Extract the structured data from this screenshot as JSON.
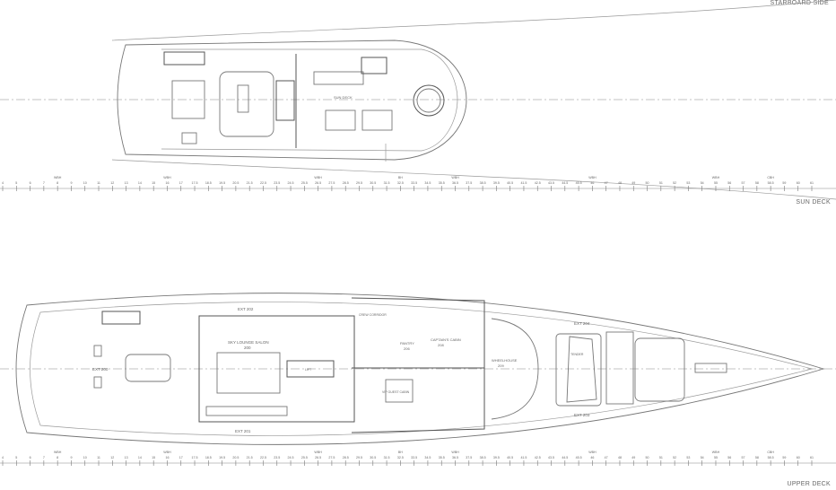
{
  "labels": {
    "starboard_side": "STARBOARD SIDE",
    "sun_deck": "SUN DECK",
    "upper_deck": "UPPER DECK"
  },
  "sun_deck_rooms": {
    "sun_deck_area": "SUN DECK"
  },
  "upper_deck_rooms": {
    "ext_200": "EXT 200",
    "ext_201": "EXT 201",
    "ext_202": "EXT 202",
    "ext_203": "EXT 203",
    "ext_204": "EXT 204",
    "sky_lounge": "SKY LOUNGE SALON",
    "sky_lounge_no": "200",
    "pantry": "PANTRY",
    "pantry_no": "206",
    "captain_cabin": "CAPTAIN'S CABIN",
    "captain_cabin_no": "208",
    "wheelhouse": "WHEELHOUSE",
    "wheelhouse_no": "209",
    "crew_corridor": "CREW CORRIDOR",
    "vip_cabin": "VIP GUEST CABIN",
    "tender": "TENDER",
    "lift": "LIFT"
  },
  "frame_markers": [
    {
      "label": "WBH",
      "frame": "8"
    },
    {
      "label": "WBH",
      "frame": "16"
    },
    {
      "label": "WBH",
      "frame": "26.5"
    },
    {
      "label": "BH",
      "frame": "32.5"
    },
    {
      "label": "WBH",
      "frame": "36.5"
    },
    {
      "label": "WBH",
      "frame": "46"
    },
    {
      "label": "WBH",
      "frame": "55"
    },
    {
      "label": "CBH",
      "frame": "58.5"
    }
  ],
  "frames": [
    "4",
    "5",
    "6",
    "7",
    "8",
    "9",
    "10",
    "11",
    "12",
    "13",
    "14",
    "15",
    "16",
    "17",
    "17.5",
    "18.5",
    "19.5",
    "20.5",
    "21.5",
    "22.5",
    "23.5",
    "24.5",
    "25.5",
    "26.5",
    "27.5",
    "28.5",
    "29.5",
    "30.5",
    "31.5",
    "32.5",
    "33.5",
    "34.5",
    "35.5",
    "36.5",
    "37.5",
    "38.5",
    "39.5",
    "40.5",
    "41.5",
    "42.5",
    "43.5",
    "44.5",
    "45.5",
    "46",
    "47",
    "48",
    "49",
    "50",
    "51",
    "52",
    "53",
    "54",
    "55",
    "56",
    "57",
    "58",
    "58.5",
    "59",
    "60",
    "61"
  ],
  "colors": {
    "line": "#9a9a9a",
    "text": "#666666"
  }
}
